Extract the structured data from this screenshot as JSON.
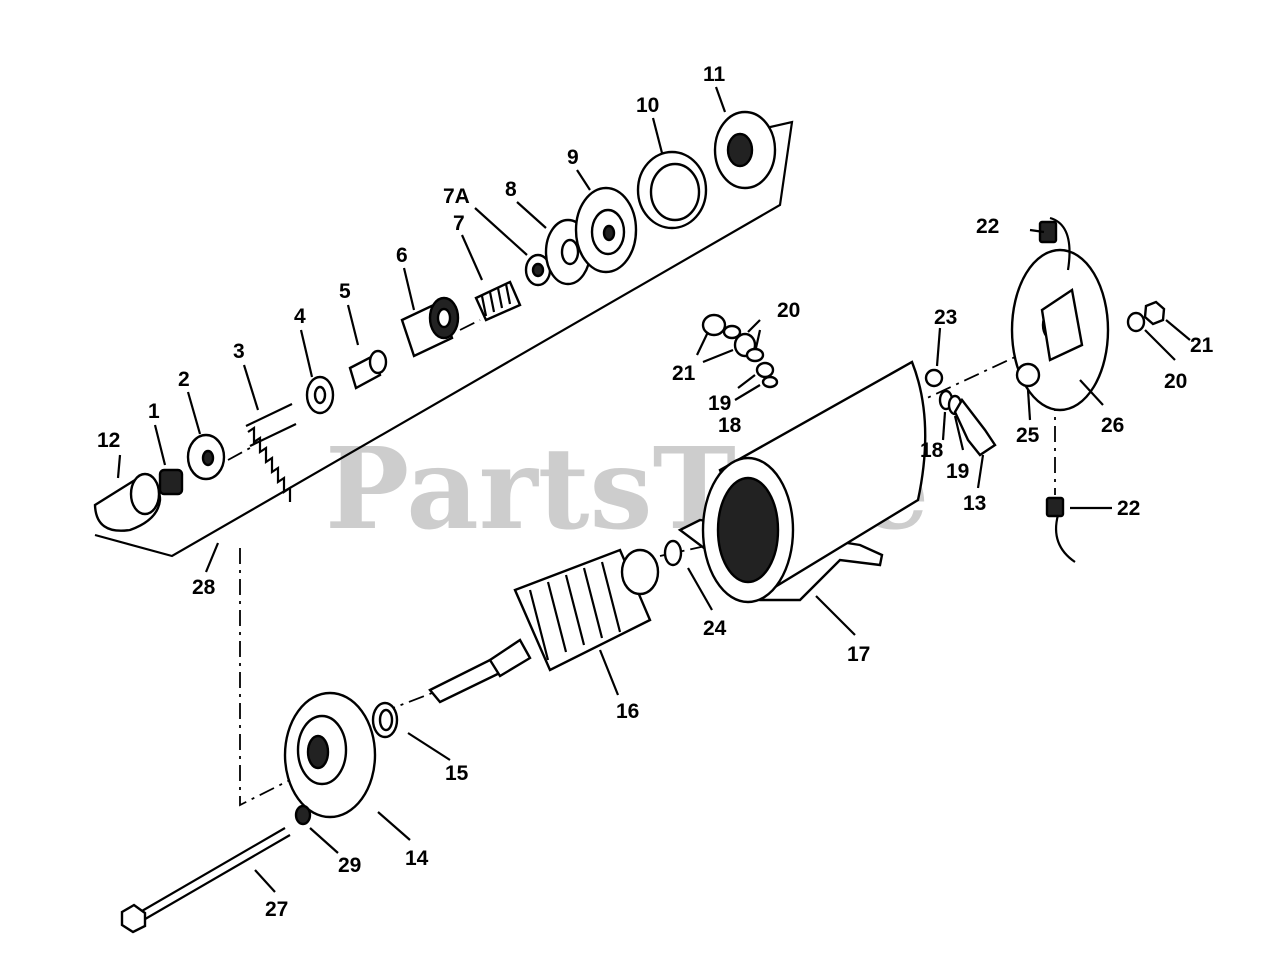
{
  "watermark": "PartsTree",
  "callouts": [
    {
      "id": "1",
      "text": "1"
    },
    {
      "id": "2",
      "text": "2"
    },
    {
      "id": "3",
      "text": "3"
    },
    {
      "id": "4",
      "text": "4"
    },
    {
      "id": "5",
      "text": "5"
    },
    {
      "id": "6",
      "text": "6"
    },
    {
      "id": "7",
      "text": "7"
    },
    {
      "id": "7a",
      "text": "7A"
    },
    {
      "id": "8",
      "text": "8"
    },
    {
      "id": "9",
      "text": "9"
    },
    {
      "id": "10",
      "text": "10"
    },
    {
      "id": "11",
      "text": "11"
    },
    {
      "id": "12",
      "text": "12"
    },
    {
      "id": "13",
      "text": "13"
    },
    {
      "id": "14",
      "text": "14"
    },
    {
      "id": "15",
      "text": "15"
    },
    {
      "id": "16",
      "text": "16"
    },
    {
      "id": "17",
      "text": "17"
    },
    {
      "id": "18a",
      "text": "18"
    },
    {
      "id": "18b",
      "text": "18"
    },
    {
      "id": "19a",
      "text": "19"
    },
    {
      "id": "19b",
      "text": "19"
    },
    {
      "id": "20a",
      "text": "20"
    },
    {
      "id": "20b",
      "text": "20"
    },
    {
      "id": "21a",
      "text": "21"
    },
    {
      "id": "21b",
      "text": "21"
    },
    {
      "id": "22a",
      "text": "22"
    },
    {
      "id": "22b",
      "text": "22"
    },
    {
      "id": "23",
      "text": "23"
    },
    {
      "id": "24",
      "text": "24"
    },
    {
      "id": "25",
      "text": "25"
    },
    {
      "id": "26",
      "text": "26"
    },
    {
      "id": "27",
      "text": "27"
    },
    {
      "id": "28",
      "text": "28"
    },
    {
      "id": "29",
      "text": "29"
    }
  ]
}
